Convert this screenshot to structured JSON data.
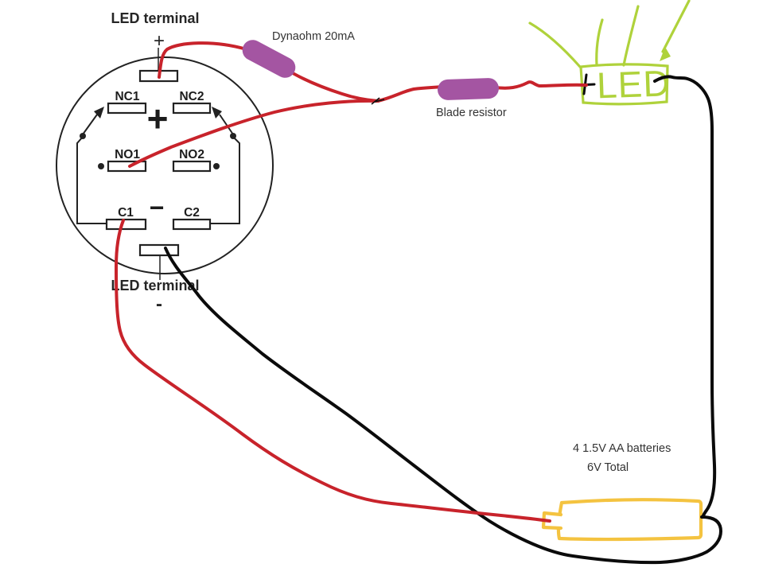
{
  "diagram": {
    "switch": {
      "label_top": "LED terminal",
      "sign_top": "+",
      "nc1": "NC1",
      "nc2": "NC2",
      "no1": "NO1",
      "no2": "NO2",
      "c1": "C1",
      "c2": "C2",
      "center_plus": "+",
      "common_minus": "−",
      "label_bottom": "LED terminal",
      "sign_bottom": "-"
    },
    "components": {
      "dynaohm_label": "Dynaohm 20mA",
      "blade_resistor_label": "Blade resistor",
      "led_label": "LED",
      "battery_line1": "4 1.5V AA batteries",
      "battery_line2": "6V Total"
    },
    "colors": {
      "wire_red": "#C8232B",
      "wire_black": "#0B0B0B",
      "resistor_purple": "#A455A2",
      "led_green": "#AFD23B",
      "battery_orange": "#F4C340",
      "ink": "#222222"
    }
  }
}
